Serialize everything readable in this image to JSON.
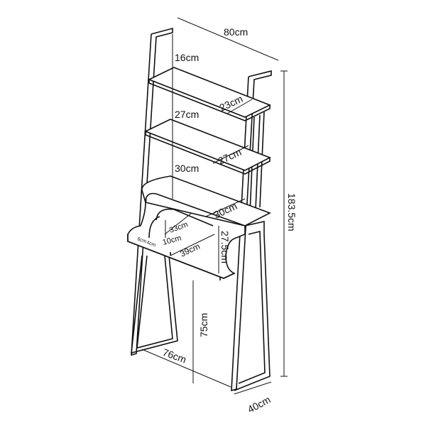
{
  "dimensions": {
    "total_width": "80cm",
    "top_gap": "16cm",
    "top_shelf_depth": "23cm",
    "middle_gap": "27cm",
    "middle_shelf_depth": "27cm",
    "lower_gap": "30cm",
    "desk_shelf_depth": "30cm",
    "cubby_width": "33cm",
    "cubby_height": "10cm",
    "desk_depth": "39cm",
    "desk_side_height": "27.5cm",
    "total_height": "183.5cm",
    "desk_height": "75cm",
    "desk_width": "76cm",
    "base_depth": "40cm",
    "edge_a": "6cm",
    "edge_b": "4cm"
  },
  "colors": {
    "line": "#111111",
    "background": "#ffffff"
  }
}
